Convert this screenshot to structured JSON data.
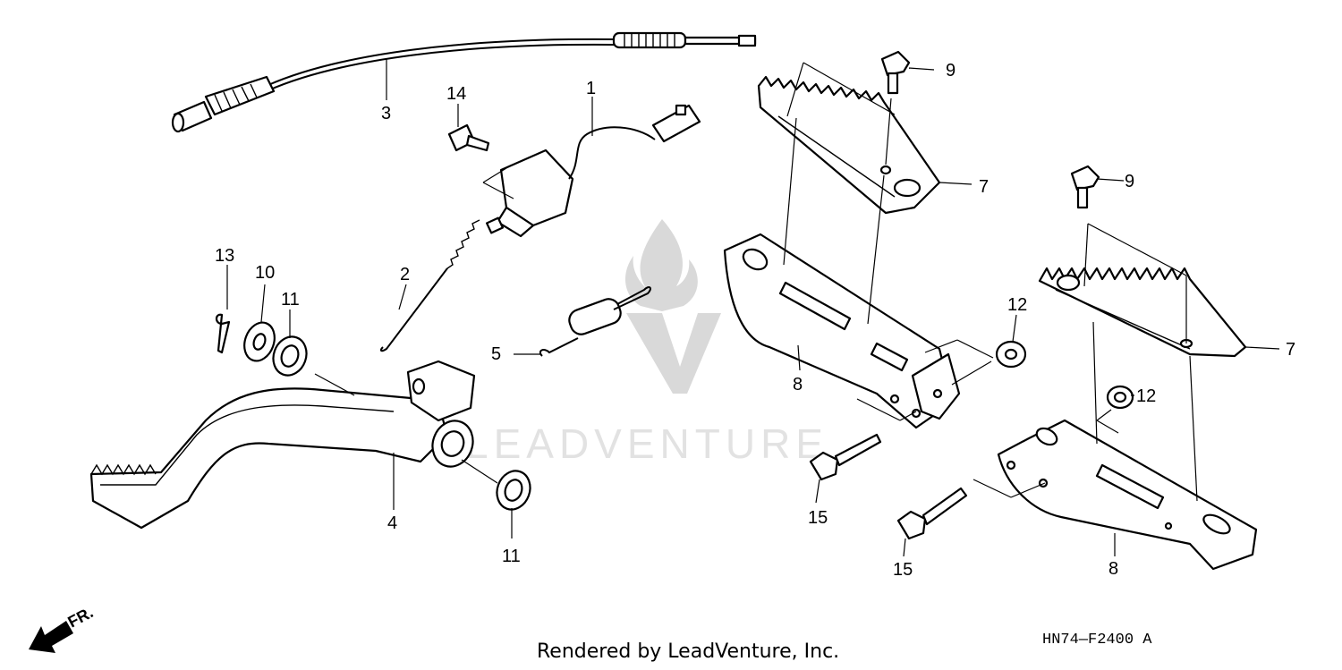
{
  "callouts": {
    "c1": "1",
    "c2": "2",
    "c3": "3",
    "c4": "4",
    "c5": "5",
    "c7a": "7",
    "c7b": "7",
    "c8a": "8",
    "c8b": "8",
    "c9a": "9",
    "c9b": "9",
    "c10": "10",
    "c11a": "11",
    "c11b": "11",
    "c12a": "12",
    "c12b": "12",
    "c13": "13",
    "c14": "14",
    "c15a": "15",
    "c15b": "15"
  },
  "direction_label": "FR.",
  "watermark": "LEADVENTURE",
  "drawing_code": "HN74—F2400 A",
  "footer": "Rendered by LeadVenture, Inc.",
  "icons": [
    "front-direction-arrow-icon",
    "leadventure-flame-logo-icon"
  ]
}
